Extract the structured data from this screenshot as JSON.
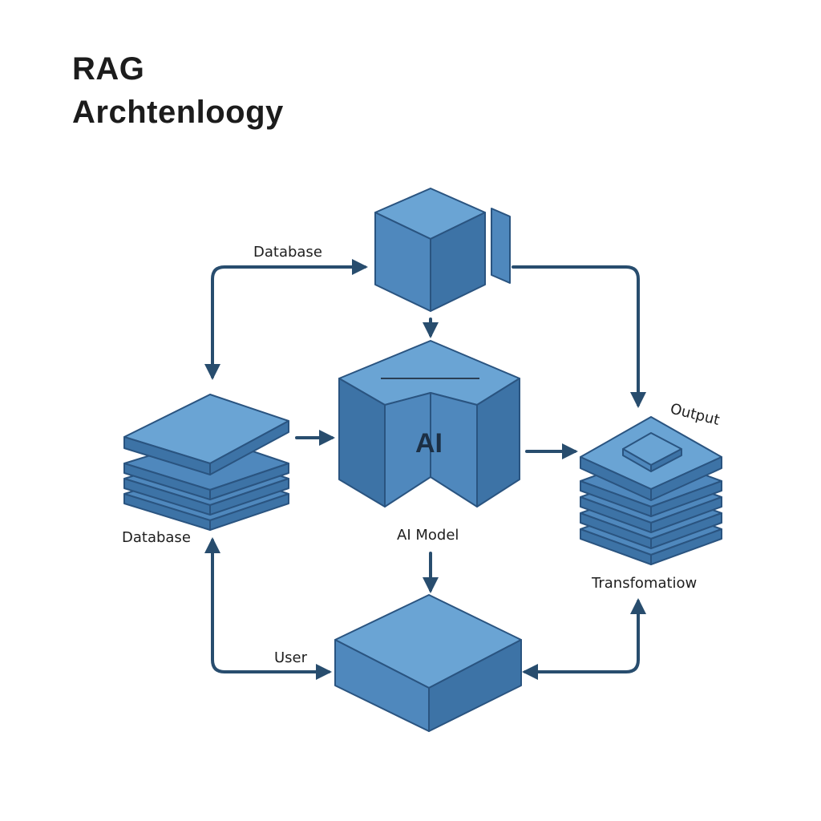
{
  "title": {
    "line1": "RAG",
    "line2": "Archtenloogy"
  },
  "labels": {
    "database_top": "Database",
    "database_left": "Database",
    "ai_core": "AI",
    "ai_model": "AI Model",
    "output": "Output",
    "transformation": "Transfomatiow",
    "user": "User"
  },
  "colors": {
    "face_top": "#6aa4d4",
    "face_left": "#4f88bd",
    "face_right": "#3d73a6",
    "outline": "#2a5480",
    "arrow": "#284d6e"
  }
}
